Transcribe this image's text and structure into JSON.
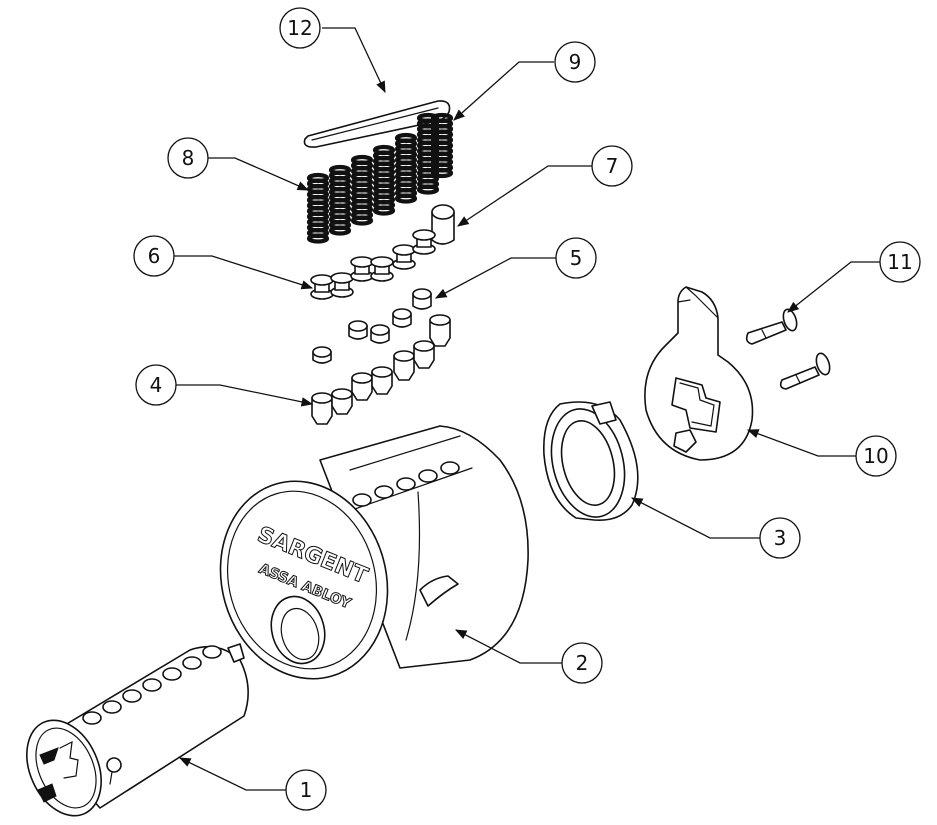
{
  "figure": {
    "description": "",
    "housing_text_line1": "SARGENT",
    "housing_text_line2": "ASSA ABLOY"
  },
  "callouts": [
    {
      "id": "1",
      "label": "1"
    },
    {
      "id": "2",
      "label": "2"
    },
    {
      "id": "3",
      "label": "3"
    },
    {
      "id": "4",
      "label": "4"
    },
    {
      "id": "5",
      "label": "5"
    },
    {
      "id": "6",
      "label": "6"
    },
    {
      "id": "7",
      "label": "7"
    },
    {
      "id": "8",
      "label": "8"
    },
    {
      "id": "9",
      "label": "9"
    },
    {
      "id": "10",
      "label": "10"
    },
    {
      "id": "11",
      "label": "11"
    },
    {
      "id": "12",
      "label": "12"
    }
  ],
  "colors": {
    "line": "#111111",
    "background": "#ffffff"
  }
}
